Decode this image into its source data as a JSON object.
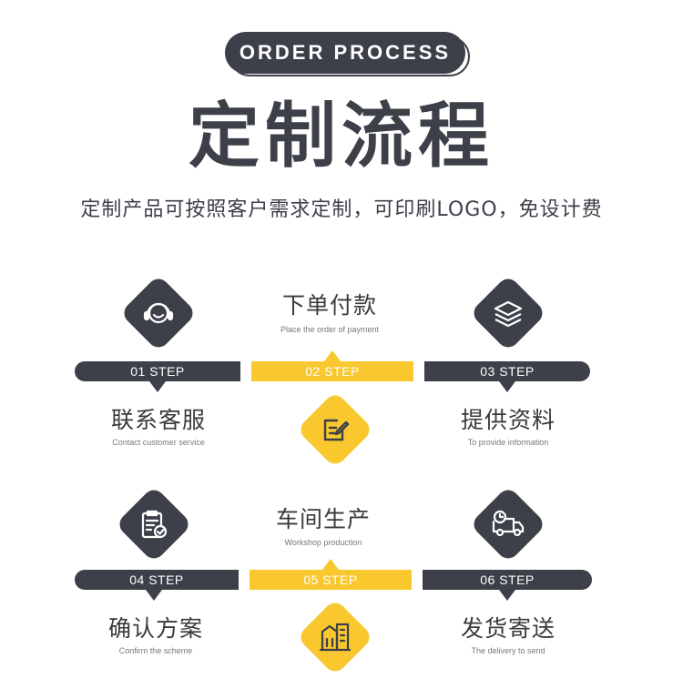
{
  "header": {
    "badge": "ORDER PROCESS",
    "title": "定制流程",
    "subtitle": "定制产品可按照客户需求定制，可印刷LOGO，免设计费"
  },
  "colors": {
    "dark": "#3d4049",
    "accent": "#f8c82e"
  },
  "steps": [
    {
      "label": "01 STEP",
      "title": "联系客服",
      "sub": "Contact customer service",
      "icon": "headset-icon"
    },
    {
      "label": "02 STEP",
      "title": "下单付款",
      "sub": "Place the order of payment",
      "icon": "edit-note-icon"
    },
    {
      "label": "03 STEP",
      "title": "提供资料",
      "sub": "To provide information",
      "icon": "layers-icon"
    },
    {
      "label": "04 STEP",
      "title": "确认方案",
      "sub": "Confirm the scheme",
      "icon": "clipboard-check-icon"
    },
    {
      "label": "05 STEP",
      "title": "车间生产",
      "sub": "Workshop production",
      "icon": "factory-building-icon"
    },
    {
      "label": "06 STEP",
      "title": "发货寄送",
      "sub": "The delivery to send",
      "icon": "delivery-truck-icon"
    }
  ]
}
